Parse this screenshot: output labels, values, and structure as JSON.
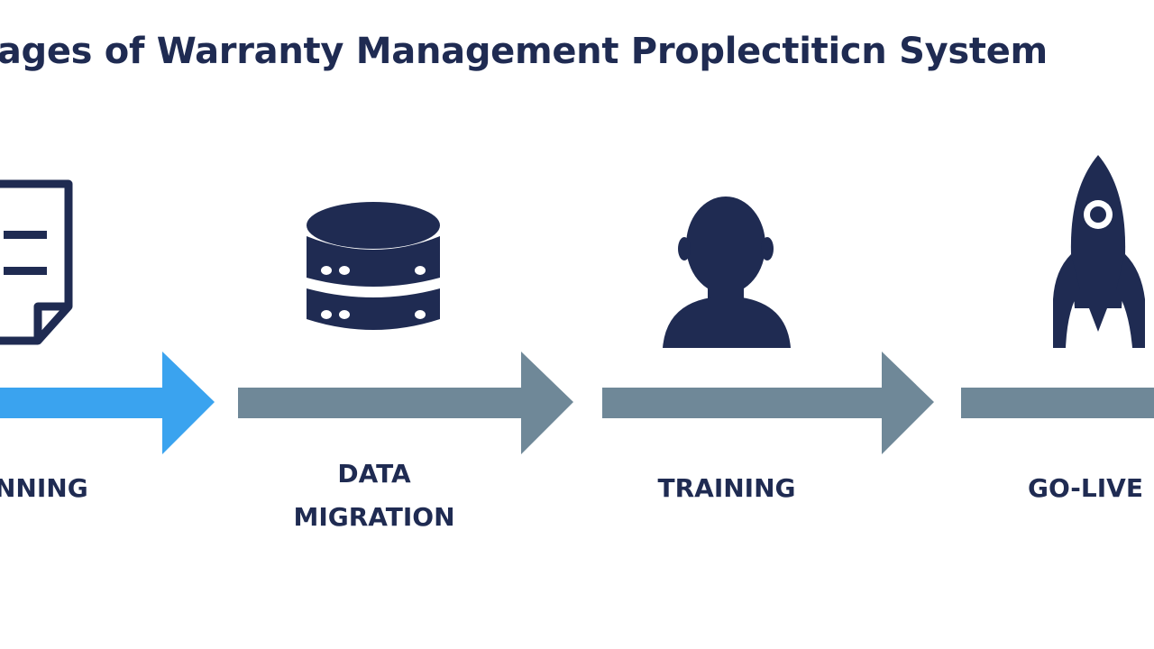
{
  "title": "tages of Warranty Management Proplectiticn System",
  "stages": [
    {
      "label": "NNING",
      "icon": "document-icon",
      "arrow_color": "#3aa3ef"
    },
    {
      "label_line1": "DATA",
      "label_line2": "MIGRATION",
      "icon": "database-icon",
      "arrow_color": "#6f8898"
    },
    {
      "label": "TRAINING",
      "icon": "person-icon",
      "arrow_color": "#6f8898"
    },
    {
      "label": "GO-LIVE",
      "icon": "rocket-icon",
      "arrow_color": "#6f8898"
    }
  ],
  "colors": {
    "icon": "#1f2b52",
    "text": "#1f2b52",
    "active_arrow": "#3aa3ef",
    "inactive_arrow": "#6f8898"
  }
}
